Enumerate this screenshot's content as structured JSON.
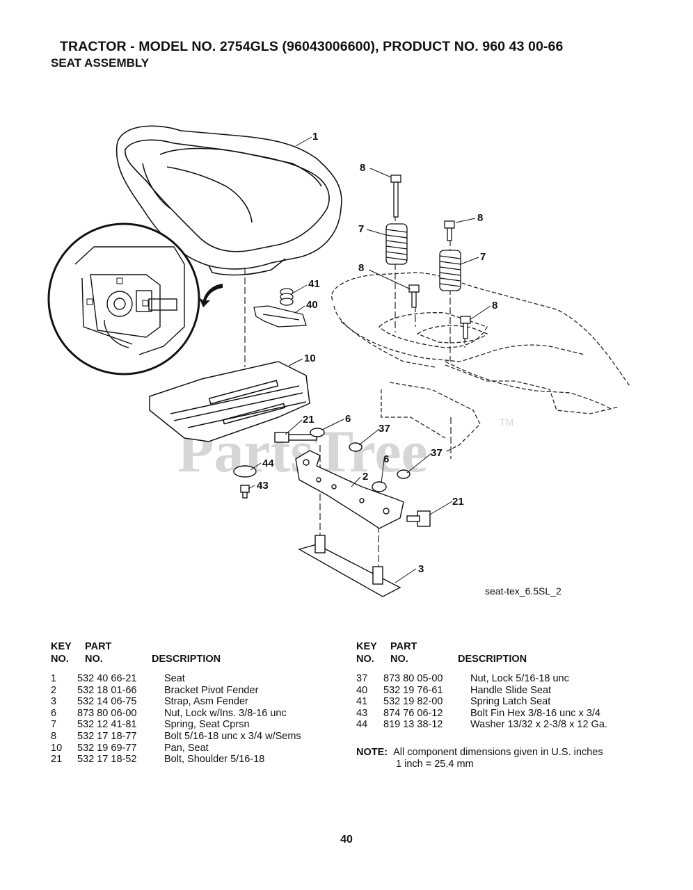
{
  "header": {
    "title": "TRACTOR - MODEL NO. 2754GLS (96043006600), PRODUCT NO. 960 43 00-66",
    "subtitle": "SEAT ASSEMBLY"
  },
  "diagram": {
    "callouts": [
      "1",
      "8",
      "7",
      "8",
      "7",
      "41",
      "8",
      "40",
      "8",
      "10",
      "21",
      "6",
      "37",
      "6",
      "37",
      "44",
      "2",
      "43",
      "21",
      "3"
    ],
    "watermark": "PartsTree",
    "trademark": "TM",
    "caption": "seat-tex_6.5SL_2"
  },
  "parts_table": {
    "headers": {
      "key_top": "KEY",
      "key_bottom": "NO.",
      "part_top": "PART",
      "part_bottom": "NO.",
      "description": "DESCRIPTION"
    },
    "left": [
      {
        "key": "1",
        "part": "532 40 66-21",
        "description": "Seat"
      },
      {
        "key": "2",
        "part": "532 18 01-66",
        "description": "Bracket Pivot Fender"
      },
      {
        "key": "3",
        "part": "532 14 06-75",
        "description": "Strap, Asm Fender"
      },
      {
        "key": "6",
        "part": "873 80 06-00",
        "description": "Nut, Lock w/Ins. 3/8-16 unc"
      },
      {
        "key": "7",
        "part": "532 12 41-81",
        "description": "Spring, Seat Cprsn"
      },
      {
        "key": "8",
        "part": "532 17 18-77",
        "description": "Bolt 5/16-18 unc x 3/4 w/Sems"
      },
      {
        "key": "10",
        "part": "532 19 69-77",
        "description": "Pan, Seat"
      },
      {
        "key": "21",
        "part": "532 17 18-52",
        "description": "Bolt, Shoulder 5/16-18"
      }
    ],
    "right": [
      {
        "key": "37",
        "part": "873 80 05-00",
        "description": "Nut, Lock 5/16-18 unc"
      },
      {
        "key": "40",
        "part": "532 19 76-61",
        "description": "Handle Slide Seat"
      },
      {
        "key": "41",
        "part": "532 19 82-00",
        "description": "Spring Latch Seat"
      },
      {
        "key": "43",
        "part": "874 76 06-12",
        "description": "Bolt Fin Hex 3/8-16 unc x 3/4"
      },
      {
        "key": "44",
        "part": "819 13 38-12",
        "description": "Washer 13/32 x 2-3/8 x 12 Ga."
      }
    ]
  },
  "note": {
    "label": "NOTE:",
    "line1": "All component dimensions given in U.S. inches",
    "line2": "1 inch = 25.4 mm"
  },
  "page_number": "40"
}
